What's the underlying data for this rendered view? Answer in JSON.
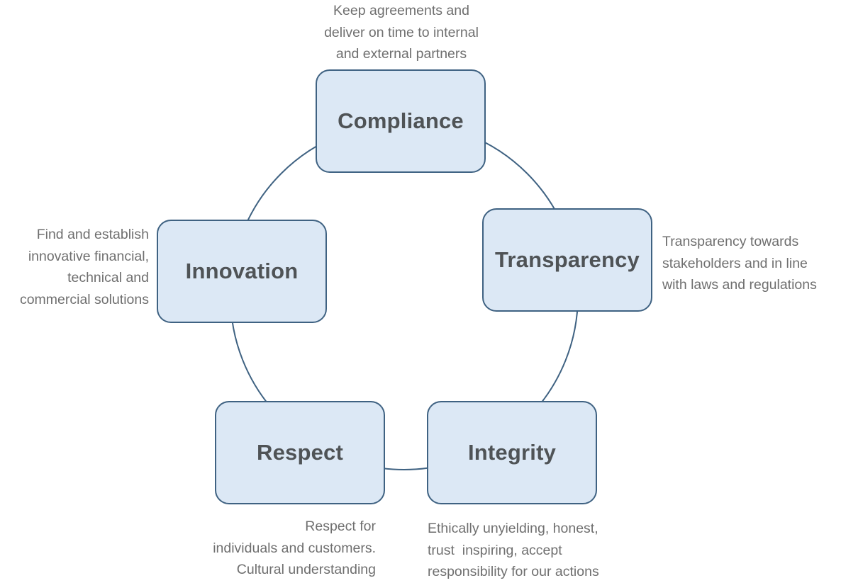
{
  "diagram": {
    "nodes": [
      {
        "id": "compliance",
        "label": "Compliance",
        "description": "Keep agreements and\ndeliver on time to internal\nand external partners"
      },
      {
        "id": "transparency",
        "label": "Transparency",
        "description": "Transparency towards\nstakeholders and in line\nwith laws and regulations"
      },
      {
        "id": "integrity",
        "label": "Integrity",
        "description": "Ethically unyielding, honest,\ntrust  inspiring, accept\nresponsibility for our actions"
      },
      {
        "id": "respect",
        "label": "Respect",
        "description": "Respect for\nindividuals and customers.\nCultural understanding"
      },
      {
        "id": "innovation",
        "label": "Innovation",
        "description": "Find and establish\ninnovative financial,\ntechnical and\ncommercial solutions"
      }
    ],
    "colors": {
      "node_fill": "#dce8f5",
      "node_border": "#3f6282",
      "node_text": "#4f5356",
      "description_text": "#6f6f6f",
      "connector": "#3f6282"
    }
  }
}
